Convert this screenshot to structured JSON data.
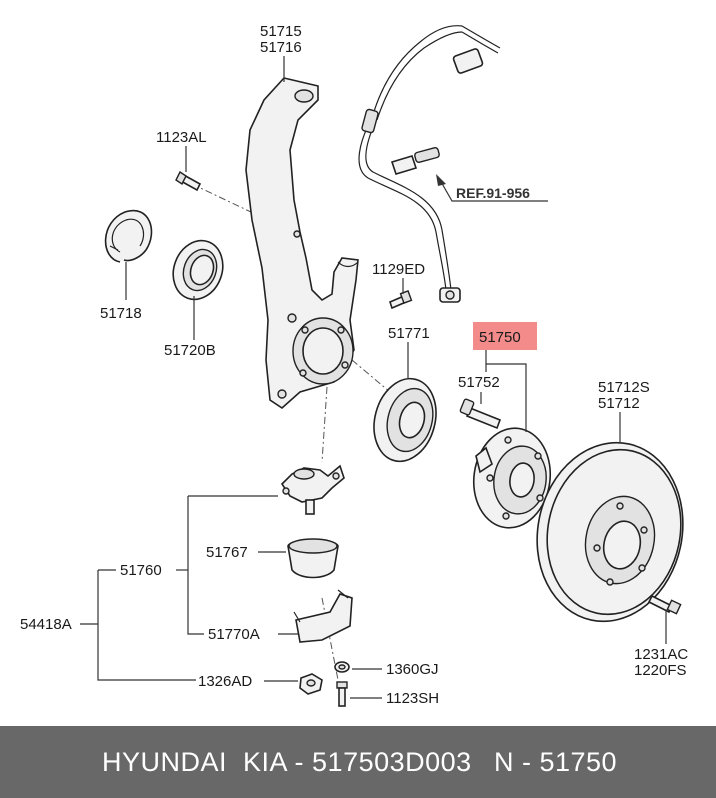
{
  "labels": {
    "l51715": "51715",
    "l51716": "51716",
    "l1123AL": "1123AL",
    "ref": "REF.91-956",
    "l51718": "51718",
    "l51720B": "51720B",
    "l1129ED": "1129ED",
    "l51771": "51771",
    "l51750": "51750",
    "l51752": "51752",
    "l51712S": "51712S",
    "l51712": "51712",
    "l51767": "51767",
    "l51760": "51760",
    "l54418A": "54418A",
    "l51770A": "51770A",
    "l1360GJ": "1360GJ",
    "l1326AD": "1326AD",
    "l1123SH": "1123SH",
    "l1231AC": "1231AC",
    "l1220FS": "1220FS"
  },
  "highlight": {
    "part": "51750",
    "color": "#f38b8b"
  },
  "footer": {
    "brand": "HYUNDAI  KIA - 517503D003",
    "code": "N - 51750",
    "background": "#686868"
  }
}
